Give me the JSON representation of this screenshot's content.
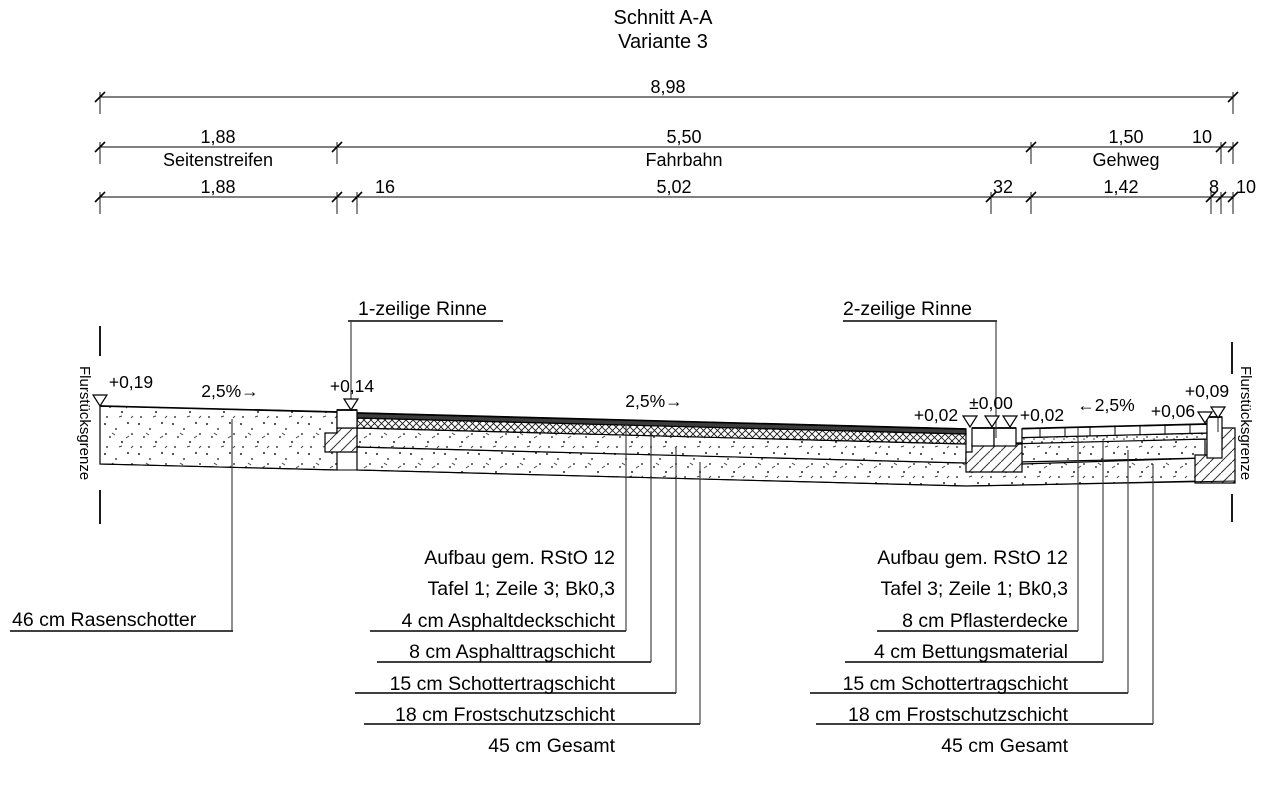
{
  "title": {
    "line1": "Schnitt A-A",
    "line2": "Variante 3"
  },
  "dimensions": {
    "total": "8,98",
    "row2": {
      "seg1": {
        "value": "1,88",
        "label": "Seitenstreifen"
      },
      "seg2": {
        "value": "5,50",
        "label": "Fahrbahn"
      },
      "seg3": {
        "value": "1,50",
        "label": "Gehweg"
      },
      "seg4": {
        "value": "10"
      }
    },
    "row3": [
      "1,88",
      "16",
      "5,02",
      "32",
      "1,42",
      "8",
      "10"
    ]
  },
  "callouts": {
    "gutter_single": "1-zeilige Rinne",
    "gutter_double": "2-zeilige Rinne"
  },
  "elevations": {
    "left_edge": "+0,19",
    "gutter": "+0,14",
    "rinne_left": "+0,02",
    "rinne_center": "±0,00",
    "rinne_right": "+0,02",
    "walkway": "+0,06",
    "curb": "+0,09"
  },
  "slopes": {
    "shoulder": "2,5%→",
    "roadway": "2,5%→",
    "walkway": "←2,5%"
  },
  "boundaries": {
    "left": "Flurstücksgrenze",
    "right": "Flurstücksgrenze"
  },
  "annotations": {
    "shoulder_layer": "46 cm Rasenschotter",
    "roadway_block": {
      "title": "Aufbau gem. RStO 12",
      "subtitle": "Tafel 1; Zeile 3; Bk0,3",
      "layers": [
        "4 cm Asphaltdeckschicht",
        "8 cm Asphalttragschicht",
        "15 cm Schottertragschicht",
        "18 cm Frostschutzschicht"
      ],
      "total": "45 cm Gesamt"
    },
    "walkway_block": {
      "title": "Aufbau gem. RStO 12",
      "subtitle": "Tafel 3; Zeile 1; Bk0,3",
      "layers": [
        "8 cm Pflasterdecke",
        "4 cm Bettungsmaterial",
        "15 cm Schottertragschicht",
        "18 cm Frostschutzschicht"
      ],
      "total": "45 cm Gesamt"
    }
  },
  "colors": {
    "asphalt_deck": "#3c3c3c",
    "line": "#000000",
    "background": "#ffffff"
  }
}
